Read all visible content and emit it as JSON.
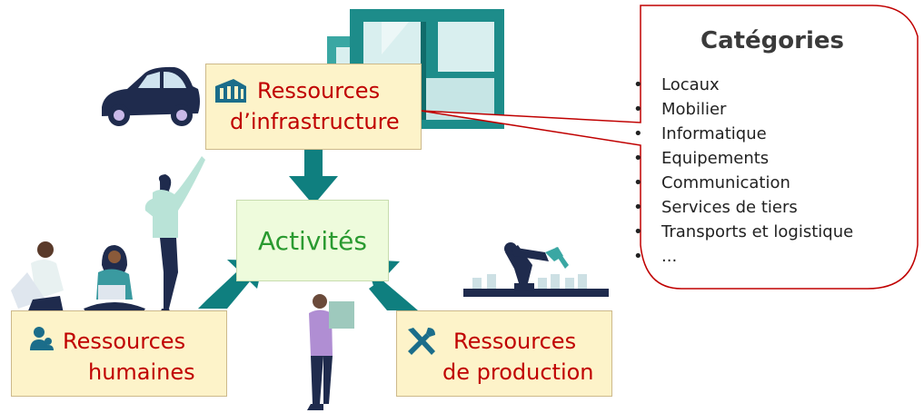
{
  "nodes": {
    "infrastructure": {
      "line1": "Ressources",
      "line2": "d’infrastructure",
      "icon": "building-icon"
    },
    "activites": {
      "label": "Activités"
    },
    "humaines": {
      "line1": "Ressources",
      "line2": "humaines",
      "icon": "person-icon"
    },
    "production": {
      "line1": "Ressources",
      "line2": "de production",
      "icon": "tools-icon"
    }
  },
  "categories": {
    "title": "Catégories",
    "items": [
      "Locaux",
      "Mobilier",
      "Informatique",
      "Equipements",
      "Communication",
      "Services de tiers",
      "Transports et logistique",
      "..."
    ]
  },
  "colors": {
    "box_fill": "#fdf3c9",
    "box_text": "#c00000",
    "activity_fill": "#eefbdc",
    "activity_text": "#2a9a30",
    "arrow": "#0f7f7f",
    "callout_border": "#c00000"
  }
}
